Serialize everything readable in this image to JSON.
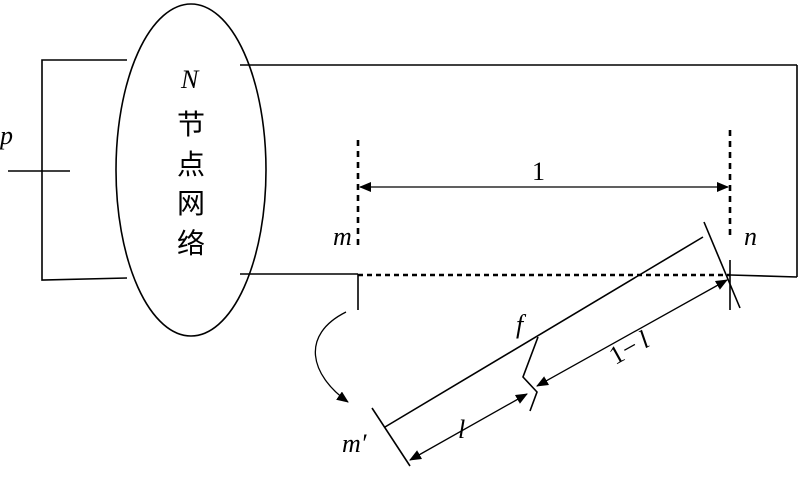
{
  "diagram": {
    "network": {
      "label_N": "N",
      "label_chars": [
        "节",
        "点",
        "网",
        "络"
      ]
    },
    "labels": {
      "p": "p",
      "m": "m",
      "n": "n",
      "m_prime": "m′",
      "f": "f",
      "span_total": "1",
      "seg_l": "l",
      "seg_rest_prefix": "1",
      "seg_rest_dash": "−",
      "seg_rest_var": "l"
    }
  }
}
